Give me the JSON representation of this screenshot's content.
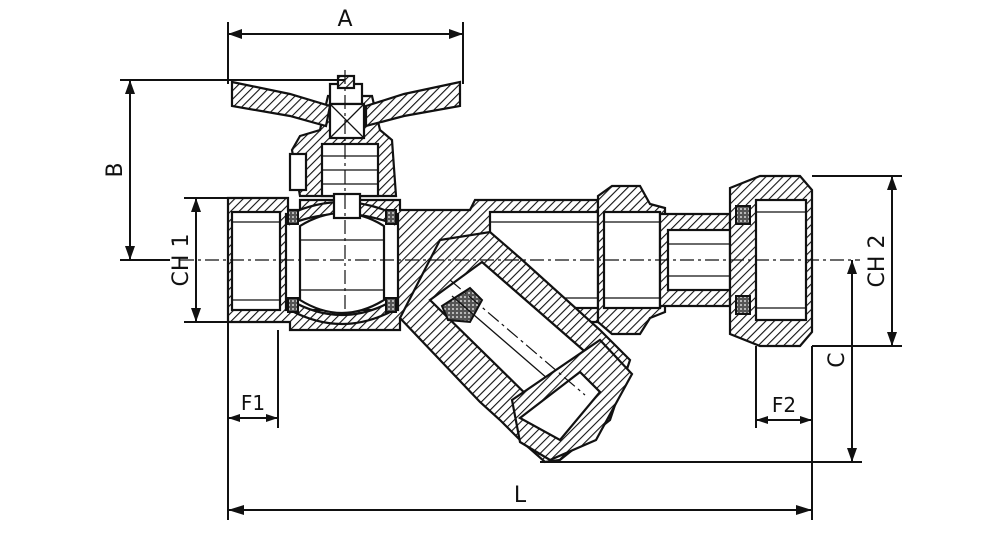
{
  "diagram": {
    "labels": {
      "A": "A",
      "B": "B",
      "C": "C",
      "L": "L",
      "F1": "F1",
      "F2": "F2",
      "CH1": "CH 1",
      "CH2": "CH 2"
    }
  }
}
